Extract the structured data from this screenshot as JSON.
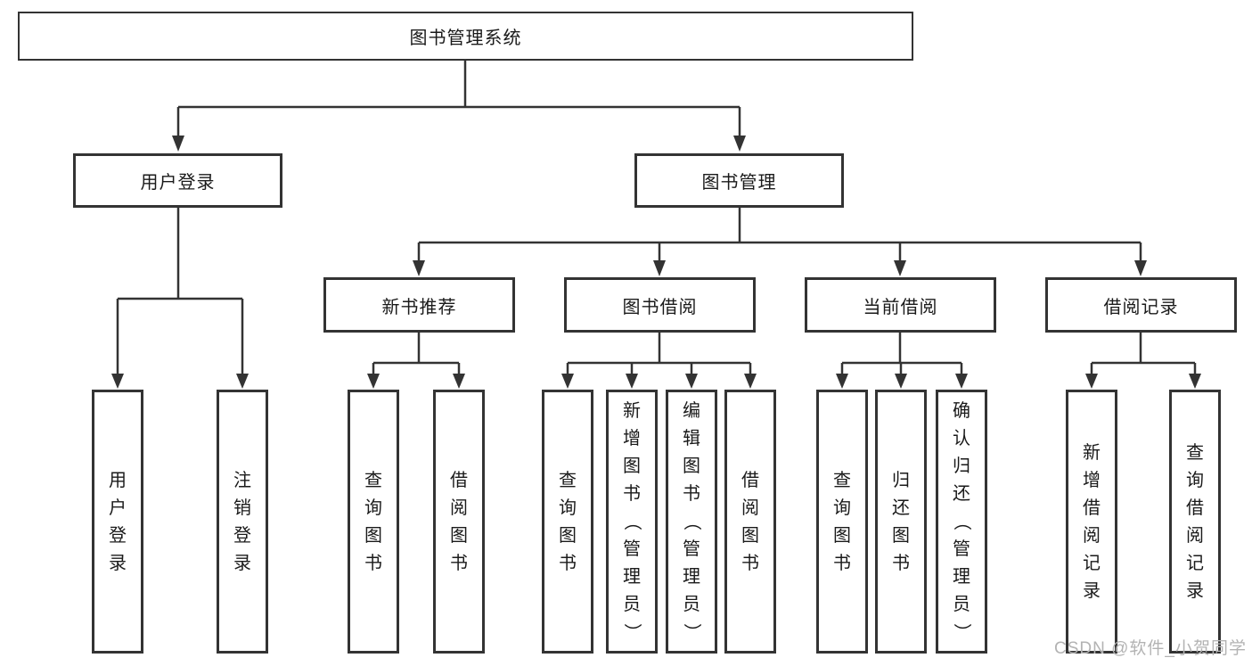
{
  "colors": {
    "line": "#333333",
    "box_border": "#333333",
    "text": "#1a1a1a",
    "background": "#ffffff",
    "watermark": "#b3b3b3"
  },
  "nodes": {
    "root": {
      "label": "图书管理系统"
    },
    "user_login": {
      "label": "用户登录"
    },
    "book_mgmt": {
      "label": "图书管理"
    },
    "new_book_rec": {
      "label": "新书推荐"
    },
    "book_borrow": {
      "label": "图书借阅"
    },
    "current_borrow": {
      "label": "当前借阅"
    },
    "borrow_record": {
      "label": "借阅记录"
    },
    "l_user_login": {
      "label": "用户登录"
    },
    "l_logout": {
      "label": "注销登录"
    },
    "l_query1": {
      "label": "查询图书"
    },
    "l_borrow1": {
      "label": "借阅图书"
    },
    "l_query2": {
      "label": "查询图书"
    },
    "l_add_book": {
      "label": "新增图书（管理员）"
    },
    "l_edit_book": {
      "label": "编辑图书（管理员）"
    },
    "l_borrow2": {
      "label": "借阅图书"
    },
    "l_query3": {
      "label": "查询图书"
    },
    "l_return_book": {
      "label": "归还图书"
    },
    "l_confirm_return": {
      "label": "确认归还（管理员）"
    },
    "l_add_record": {
      "label": "新增借阅记录"
    },
    "l_query_record": {
      "label": "查询借阅记录"
    }
  },
  "hierarchy": {
    "图书管理系统": {
      "用户登录": [
        "用户登录",
        "注销登录"
      ],
      "图书管理": {
        "新书推荐": [
          "查询图书",
          "借阅图书"
        ],
        "图书借阅": [
          "查询图书",
          "新增图书（管理员）",
          "编辑图书（管理员）",
          "借阅图书"
        ],
        "当前借阅": [
          "查询图书",
          "归还图书",
          "确认归还（管理员）"
        ],
        "借阅记录": [
          "新增借阅记录",
          "查询借阅记录"
        ]
      }
    }
  },
  "watermark": "CSDN @软件_小贺同学"
}
